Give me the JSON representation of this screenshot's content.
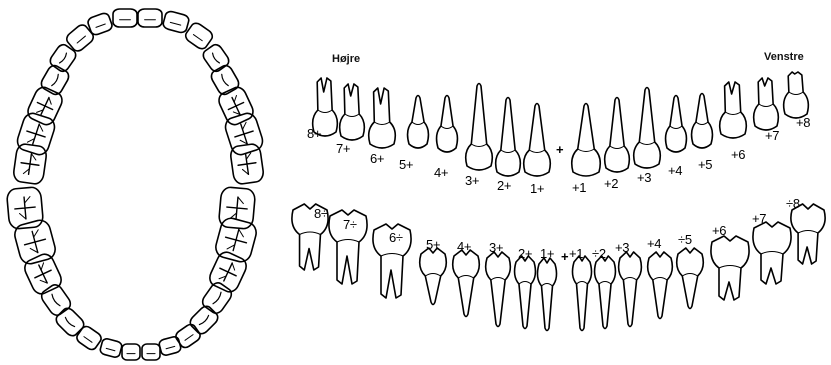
{
  "labels": {
    "right_side": "Højre",
    "left_side": "Venstre",
    "upper_midline": "+",
    "lower_midline": "+"
  },
  "upper_right": [
    "8+",
    "7+",
    "6+",
    "5+",
    "4+",
    "3+",
    "2+",
    "1+"
  ],
  "upper_left": [
    "+1",
    "+2",
    "+3",
    "+4",
    "+5",
    "+6",
    "+7",
    "+8"
  ],
  "lower_right": [
    "8÷",
    "7÷",
    "6÷",
    "5+",
    "4+",
    "3+",
    "2+",
    "1+"
  ],
  "lower_left": [
    "+1",
    "÷2",
    "+3",
    "+4",
    "÷5",
    "+6",
    "+7",
    "÷8"
  ]
}
